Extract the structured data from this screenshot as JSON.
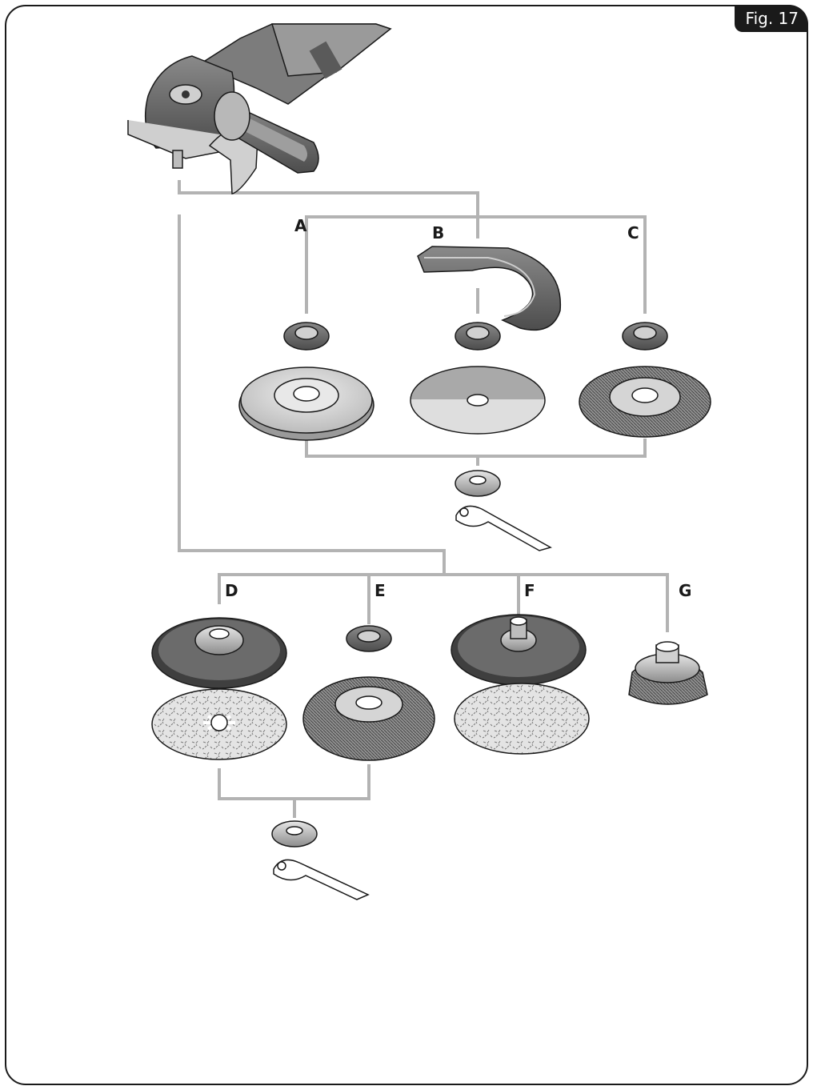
{
  "figure": {
    "label": "Fig. 17"
  },
  "options": [
    {
      "key": "A",
      "label": "A"
    },
    {
      "key": "B",
      "label": "B"
    },
    {
      "key": "C",
      "label": "C"
    },
    {
      "key": "D",
      "label": "D"
    },
    {
      "key": "E",
      "label": "E"
    },
    {
      "key": "F",
      "label": "F"
    },
    {
      "key": "G",
      "label": "G"
    }
  ],
  "colors": {
    "connector": "#b3b3b3",
    "ink": "#1a1a1a",
    "metal_light": "#d9d9d9",
    "metal_mid": "#a6a6a6",
    "metal_dark": "#6e6e6e",
    "sanding": "#e2e2e2"
  },
  "icons": [
    "angle-grinder-icon",
    "flange-nut-icon",
    "grinding-disc-icon",
    "guard-icon",
    "cutting-disc-icon",
    "wire-wheel-icon",
    "pin-spanner-icon",
    "backing-pad-icon",
    "sanding-disc-icon",
    "cup-brush-icon"
  ]
}
